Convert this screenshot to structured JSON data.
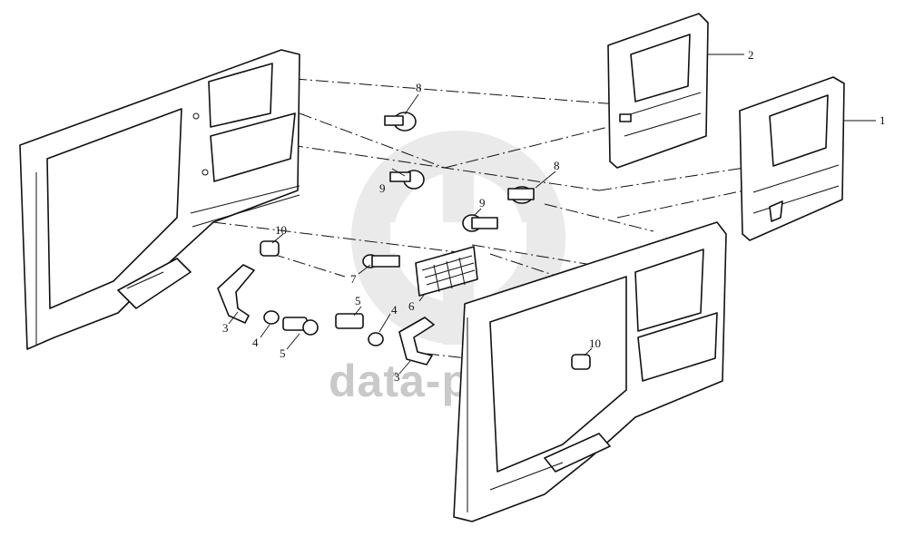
{
  "watermark": {
    "text": "data-parts",
    "color": "#c9c9c9"
  },
  "callouts": [
    {
      "id": "c1",
      "text": "1"
    },
    {
      "id": "c2",
      "text": "2"
    },
    {
      "id": "c3a",
      "text": "3"
    },
    {
      "id": "c3b",
      "text": "3"
    },
    {
      "id": "c4a",
      "text": "4"
    },
    {
      "id": "c4b",
      "text": "4"
    },
    {
      "id": "c5a",
      "text": "5"
    },
    {
      "id": "c5b",
      "text": "5"
    },
    {
      "id": "c6",
      "text": "6"
    },
    {
      "id": "c7",
      "text": "7"
    },
    {
      "id": "c8a",
      "text": "8"
    },
    {
      "id": "c8b",
      "text": "8"
    },
    {
      "id": "c9a",
      "text": "9"
    },
    {
      "id": "c9b",
      "text": "9"
    },
    {
      "id": "c10a",
      "text": "10"
    },
    {
      "id": "c10b",
      "text": "10"
    }
  ]
}
